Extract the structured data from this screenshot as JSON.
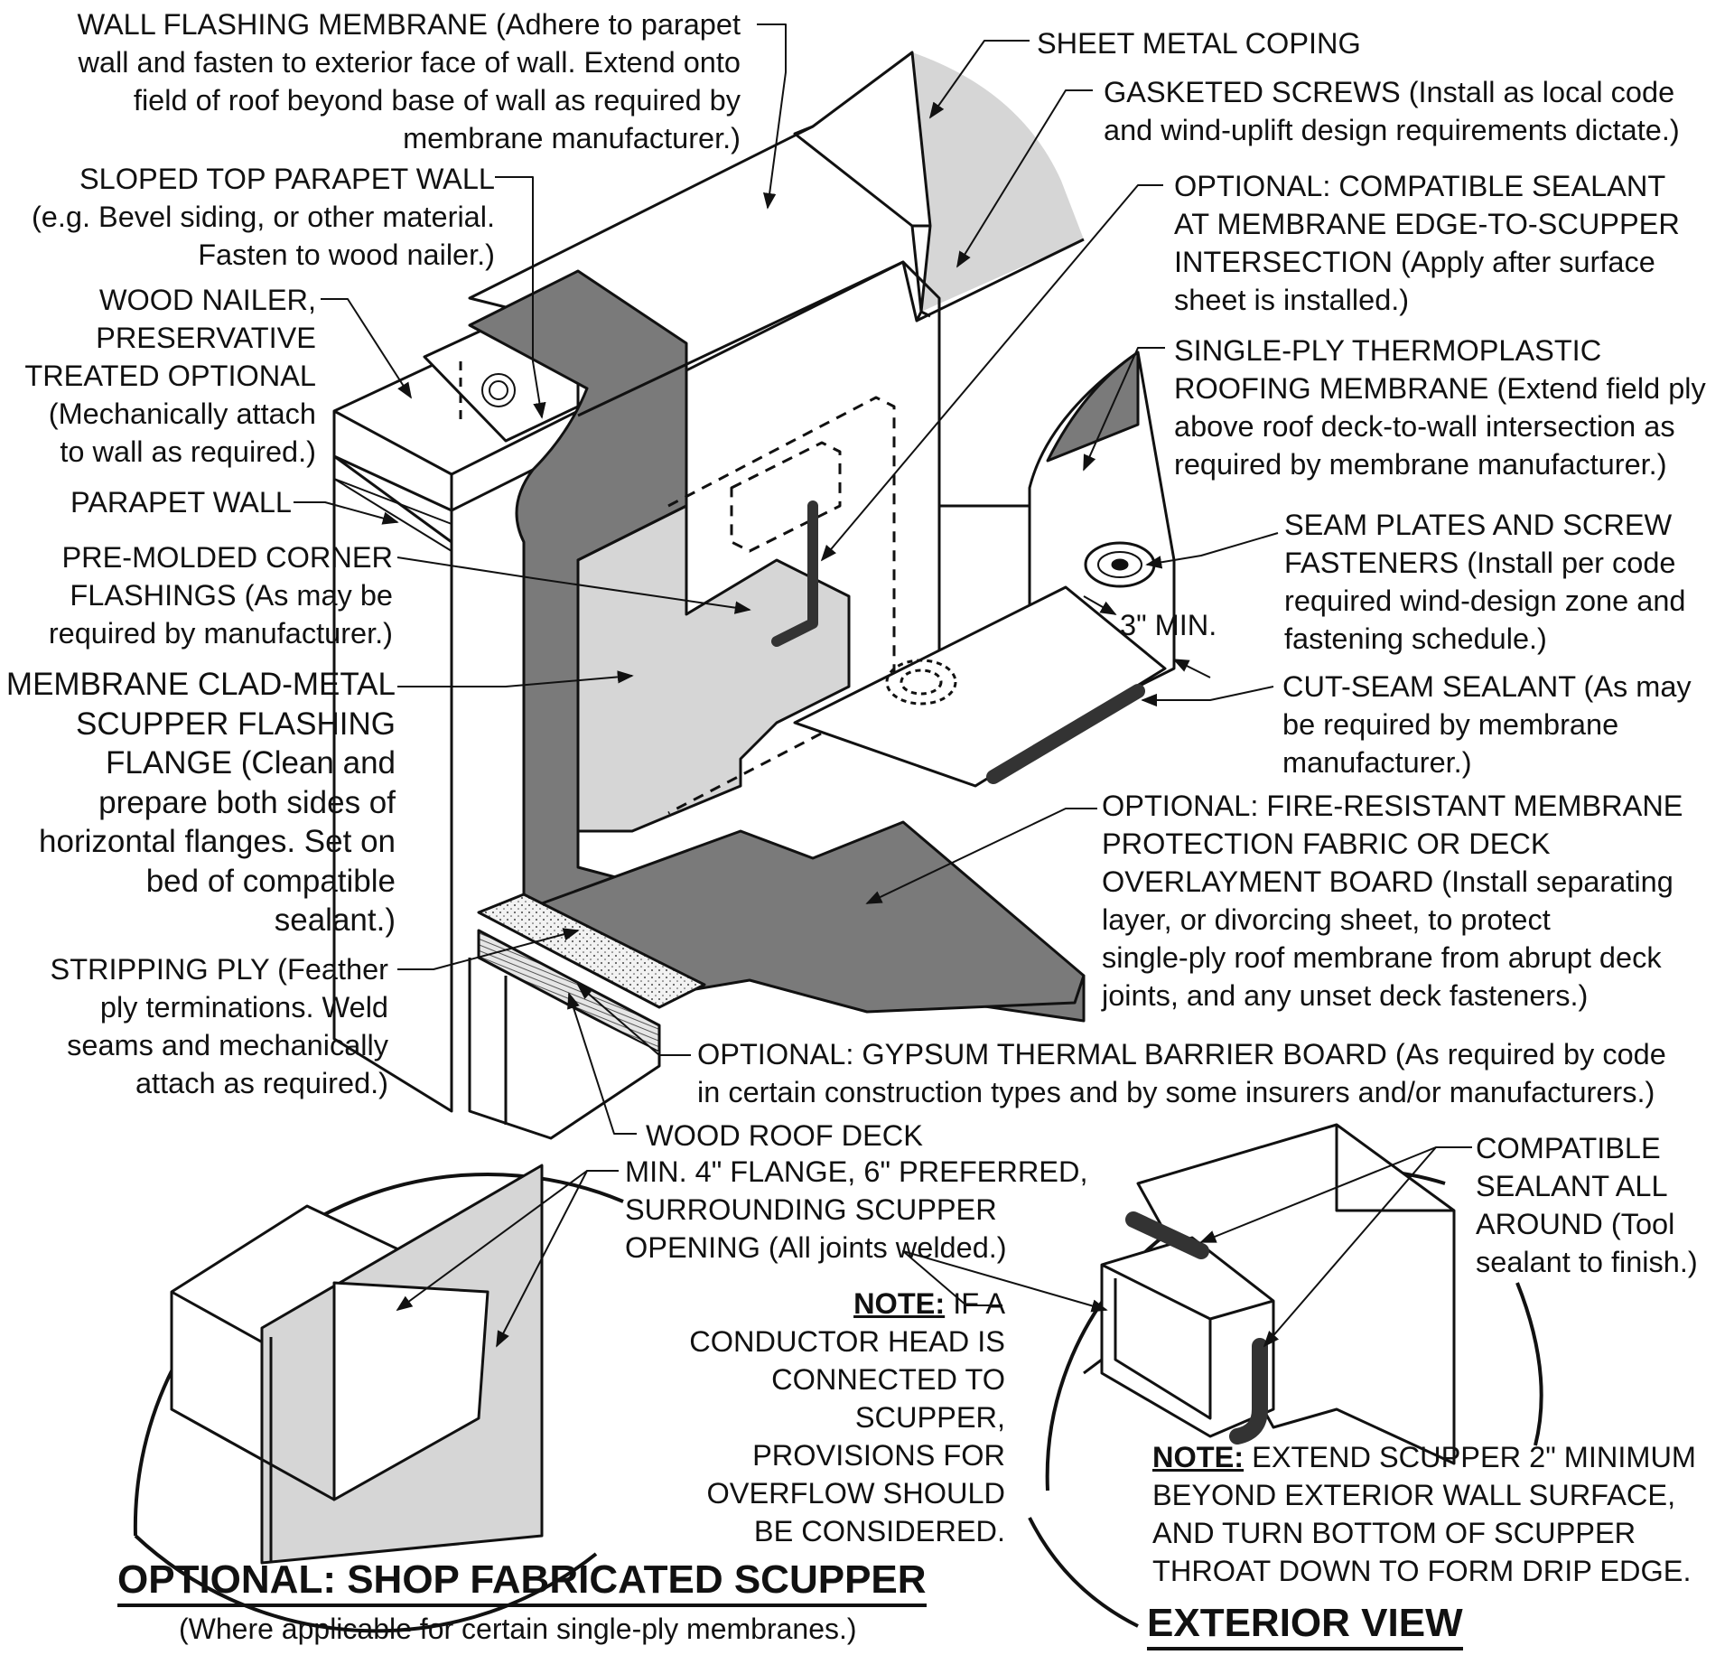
{
  "labels": {
    "wall_flashing": "WALL FLASHING MEMBRANE (Adhere to parapet\nwall and fasten to exterior face of wall.  Extend onto\nfield of roof beyond base of wall as required by\nmembrane manufacturer.)",
    "sloped_top": "SLOPED TOP PARAPET WALL\n(e.g. Bevel siding, or other material.\nFasten to wood nailer.)",
    "wood_nailer": "WOOD NAILER,\nPRESERVATIVE\nTREATED OPTIONAL\n(Mechanically attach\nto wall as required.)",
    "parapet_wall": "PARAPET WALL",
    "corner_flashings": "PRE-MOLDED CORNER\nFLASHINGS (As may be\nrequired by manufacturer.)",
    "scupper_flange_a": "MEMBRANE CLAD-METAL\nSCUPPER FLASHING\nFLANGE",
    "scupper_flange_b": " (Clean and\nprepare both sides of\nhorizontal flanges. Set on\nbed of compatible\nsealant.)",
    "stripping_ply": "STRIPPING PLY (Feather\nply terminations. Weld\nseams and mechanically\nattach as required.)",
    "coping": "SHEET METAL COPING",
    "gasketed_screws": "GASKETED SCREWS (Install as local code\nand wind-uplift design requirements dictate.)",
    "optional_sealant": "OPTIONAL: COMPATIBLE SEALANT\nAT MEMBRANE EDGE-TO-SCUPPER\nINTERSECTION (Apply after surface\nsheet is installed.)",
    "single_ply": "SINGLE-PLY THERMOPLASTIC\nROOFING MEMBRANE (Extend field ply\nabove roof deck-to-wall intersection as\nrequired by membrane manufacturer.)",
    "seam_plates": "SEAM PLATES AND SCREW\nFASTENERS (Install per code\nrequired wind-design zone and\nfastening schedule.)",
    "three_min": "3\" MIN.",
    "cut_seam": "CUT-SEAM SEALANT (As may\nbe required by membrane\nmanufacturer.)",
    "fire_resistant": "OPTIONAL: FIRE-RESISTANT MEMBRANE\nPROTECTION FABRIC OR DECK\nOVERLAYMENT BOARD  (Install separating\nlayer, or divorcing sheet, to protect\nsingle-ply roof membrane from abrupt deck\njoints, and any unset deck fasteners.)",
    "gypsum": "OPTIONAL: GYPSUM THERMAL BARRIER BOARD (As required by code\nin certain construction types and by some insurers and/or manufacturers.)",
    "wood_deck": "WOOD ROOF DECK",
    "min_flange": "MIN. 4\" FLANGE, 6\" PREFERRED,\nSURROUNDING SCUPPER\nOPENING (All joints welded.)",
    "note1_head": "NOTE:",
    "note1_first": " IF A",
    "note1_rest": "CONDUCTOR HEAD IS\nCONNECTED TO\nSCUPPER,\nPROVISIONS FOR\nOVERFLOW SHOULD\nBE CONSIDERED.",
    "compatible_sealant": "COMPATIBLE\nSEALANT ALL\nAROUND (Tool\nsealant to finish.)",
    "note2_head": "NOTE:",
    "note2_first": " EXTEND SCUPPER 2\" MINIMUM",
    "note2_rest": "BEYOND EXTERIOR WALL SURFACE,\nAND TURN BOTTOM OF SCUPPER\nTHROAT DOWN TO FORM DRIP EDGE."
  },
  "titles": {
    "shop_scupper": "OPTIONAL: SHOP FABRICATED SCUPPER",
    "shop_scupper_sub": "(Where applicable for certain single-ply membranes.)",
    "exterior_view": "EXTERIOR VIEW"
  },
  "colors": {
    "ink": "#111111",
    "membrane_dark": "#7a7a7a",
    "membrane_light": "#d6d6d6",
    "background": "#ffffff"
  }
}
